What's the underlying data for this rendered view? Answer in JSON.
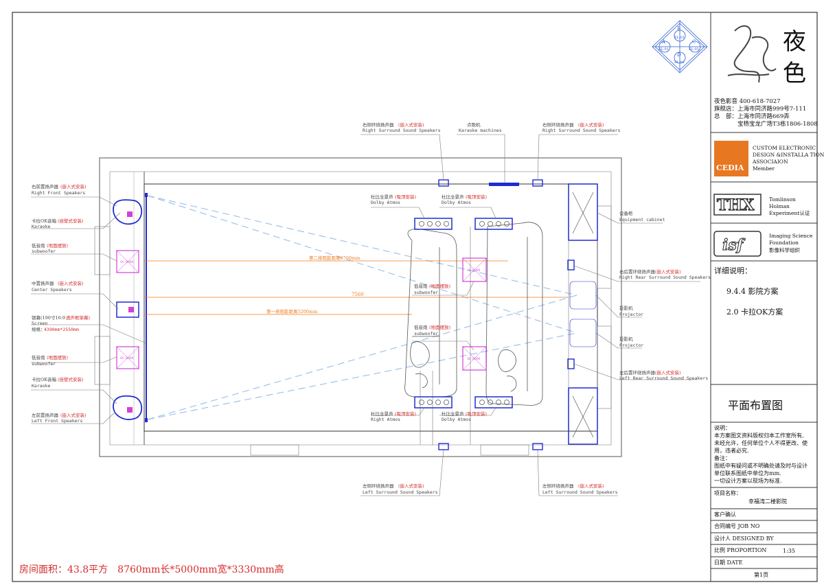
{
  "title_block": {
    "brand_chars": [
      "夜",
      "色"
    ],
    "company_name": "夜色影音 400-618-7027",
    "address_flagship": "旗舰店：上海市同济路999号7-111",
    "address_hq": "总　部：上海市同济路669弄",
    "address_hq2": "宝杨宝龙广场T3栋1806-1808",
    "cedia_logo": "CEDIA",
    "cedia_text": [
      "CUSTOM ELECTRONIC",
      "DESIGN &INSTALLA TION",
      "ASSOCIAION",
      "Member"
    ],
    "thx_logo": "THX",
    "thx_text": [
      "Tomlinson",
      "Holman",
      "Experiment认证"
    ],
    "isf_logo": "isf",
    "isf_text": [
      "Imaging Science",
      "Foundation",
      "影像科学组织"
    ],
    "details_heading": "详细说明：",
    "details_items": [
      "9.4.4 影院方案",
      "2.0 卡拉OK方案"
    ],
    "drawing_title": "平面布置图",
    "notes": [
      "说明：",
      "本方案图文资料版权归本工作室所有,",
      "未经允许，任何单位个人不得更改、使",
      "用，违者必究.",
      "备注：",
      "图纸中有疑问或不明确处请及时与设计",
      "单位联系图纸中单位为mm.",
      "一切设计方案以现场为标准."
    ],
    "project_label": "项目名称：",
    "project_value": "幸福湾二楼影院",
    "client_label": "客户确认",
    "job_label": "合同编号  JOB NO",
    "designer_label": "设计人 DESIGNED BY",
    "scale_label": "比例   PROPORTION",
    "scale_value": "1:35",
    "date_label": "日期      DATE",
    "page_label": "第1页"
  },
  "compass": {
    "a": "A",
    "b": "B",
    "c": "C",
    "d": "D",
    "el": "EL-01"
  },
  "room_area": "房间面积：43.8平方　8760mm长*5000mm宽*3330mm高",
  "plan_labels": {
    "right_surround_1_cn": "右侧环绕扬声器",
    "right_surround_1_red": "(嵌入式安装)",
    "right_surround_1_en": "Right Surround Sound Speakers",
    "karaoke_machine_cn": "点歌机",
    "karaoke_machine_en": "Karaoke machines",
    "right_surround_2_cn": "右侧环绕扬声器",
    "right_surround_2_red": "(嵌入式安装)",
    "right_surround_2_en": "Right Surround Sound Speakers",
    "right_front_cn": "右前置扬声器",
    "right_front_red": "(嵌入式安装)",
    "right_front_en": "Right Front Speakers",
    "karaoke_1_cn": "卡拉OK音箱",
    "karaoke_1_red": "(挂壁式安装)",
    "karaoke_1_en": "Karaoke",
    "sub_1_cn": "低音炮",
    "sub_1_red": "(地面摆放)",
    "sub_1_en": "subwoofer",
    "center_cn": "中置扬声器",
    "center_red": "(嵌入式安装)",
    "center_en": "Center Speakers",
    "screen_cn": "银幕(190寸16:9",
    "screen_red": "透声框架幕)",
    "screen_en": "Screen",
    "screen_size_label": "规格：",
    "screen_size": "4390mm*2550mm",
    "sub_2_cn": "低音炮",
    "sub_2_red": "(地面摆放)",
    "sub_2_en": "subwoofer",
    "karaoke_2_cn": "卡拉OK音箱",
    "karaoke_2_red": "(挂壁式安装)",
    "karaoke_2_en": "Karaoke",
    "left_front_cn": "左前置扬声器",
    "left_front_red": "(嵌入式安装)",
    "left_front_en": "Left Front Speakers",
    "atmos_tl_cn": "杜比全景声",
    "atmos_tl_red": "(吸顶安装)",
    "atmos_tl_en": "Dolby Atmos",
    "atmos_tr_cn": "杜比全景声",
    "atmos_tr_red": "(吸顶安装)",
    "atmos_tr_en": "Dolby Atmos",
    "atmos_bl_cn": "杜比全景声",
    "atmos_bl_red": "(吸顶安装)",
    "atmos_bl_en": "Right Atmos",
    "atmos_br_cn": "杜比全景声",
    "atmos_br_red": "(吸顶安装)",
    "atmos_br_en": "Dolby Atmos",
    "sub_mid_1_cn": "低音炮",
    "sub_mid_1_red": "(地面摆放)",
    "sub_mid_1_en": "subwoofer",
    "sub_mid_2_cn": "低音炮",
    "sub_mid_2_red": "(地面摆放)",
    "sub_mid_2_en": "subwoofer",
    "equipment_cn": "设备柜",
    "equipment_en": "Equipment cabinet",
    "right_rear_cn": "右后置环绕扬声器",
    "right_rear_red": "(嵌入式安装)",
    "right_rear_en": "Right Rear Surround Sound Speakers",
    "projector_1_cn": "投影机",
    "projector_1_en": "Projector",
    "projector_2_cn": "投影机",
    "projector_2_en": "Projector",
    "left_rear_cn": "左后置环绕扬声器",
    "left_rear_red": "(嵌入式安装)",
    "left_rear_en": "Left Rear Surround Sound Speakers",
    "left_surround_1_cn": "左侧环绕扬声器",
    "left_surround_1_red": "(嵌入式安装)",
    "left_surround_1_en": "Left  Surround Sound Speakers",
    "left_surround_2_cn": "左侧环绕扬声器",
    "left_surround_2_red": "(嵌入式安装)",
    "left_surround_2_en": "Left  Surround Sound Speakers",
    "dist_row2": "第二排观影距离6700mm",
    "dist_total": "7560",
    "dist_row1": "第一排观影距离5200mm",
    "sub_box_label": "SC 8000"
  },
  "colors": {
    "blue": "#1f2bd0",
    "magenta": "#d43fd8",
    "red": "#d62a2a",
    "orange": "#f07a1a",
    "light_blue": "#9ec3ea",
    "cedia": "#e87722"
  }
}
